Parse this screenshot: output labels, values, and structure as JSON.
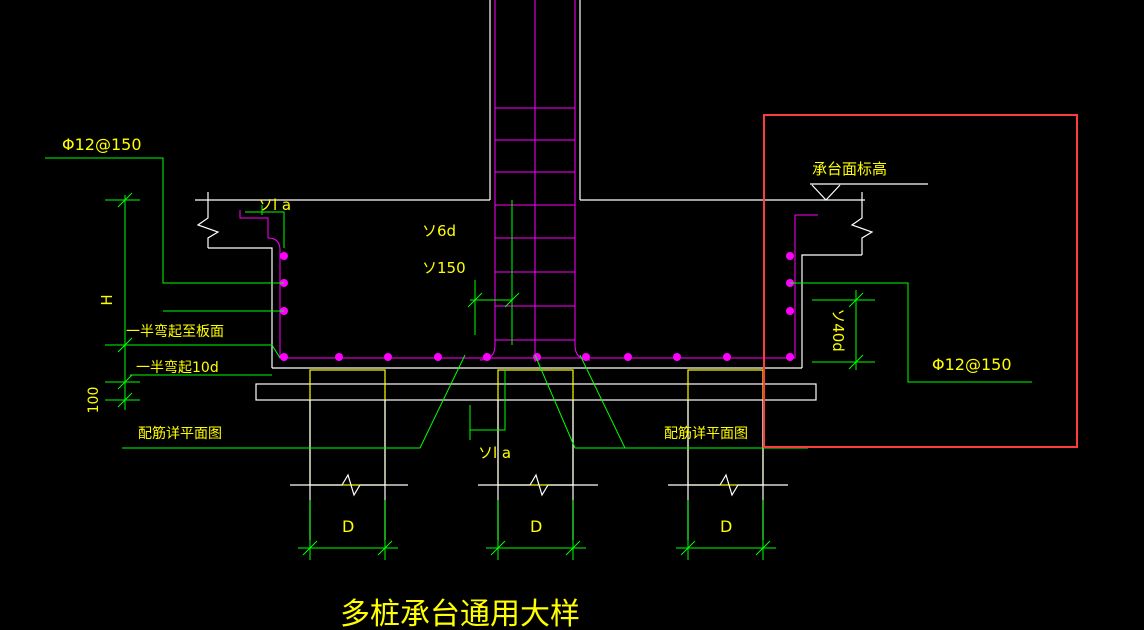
{
  "title": "多桩承台通用大样",
  "labels": {
    "rebar_top_left": "Φ12@150",
    "rebar_right": "Φ12@150",
    "cap_elevation": "承台面标高",
    "la_top": "ソl a",
    "la_bottom": "ソl a",
    "d6": "ソ6d",
    "s150": "ソ150",
    "height": "H",
    "bend_to_slab": "一半弯起至板面",
    "bend_10d": "一半弯起10d",
    "dim_100": "100",
    "plan_ref_left": "配筋详平面图",
    "plan_ref_right": "配筋详平面图",
    "dim_40d": "ソ40d",
    "pile_dia_1": "D",
    "pile_dia_2": "D",
    "pile_dia_3": "D"
  },
  "colors": {
    "background": "#000000",
    "outline": "#ffffff",
    "dimension": "#00ff00",
    "rebar": "#ff00ff",
    "pile": "#ffff00",
    "text": "#ffff00",
    "highlight": "#ff3b3b"
  }
}
